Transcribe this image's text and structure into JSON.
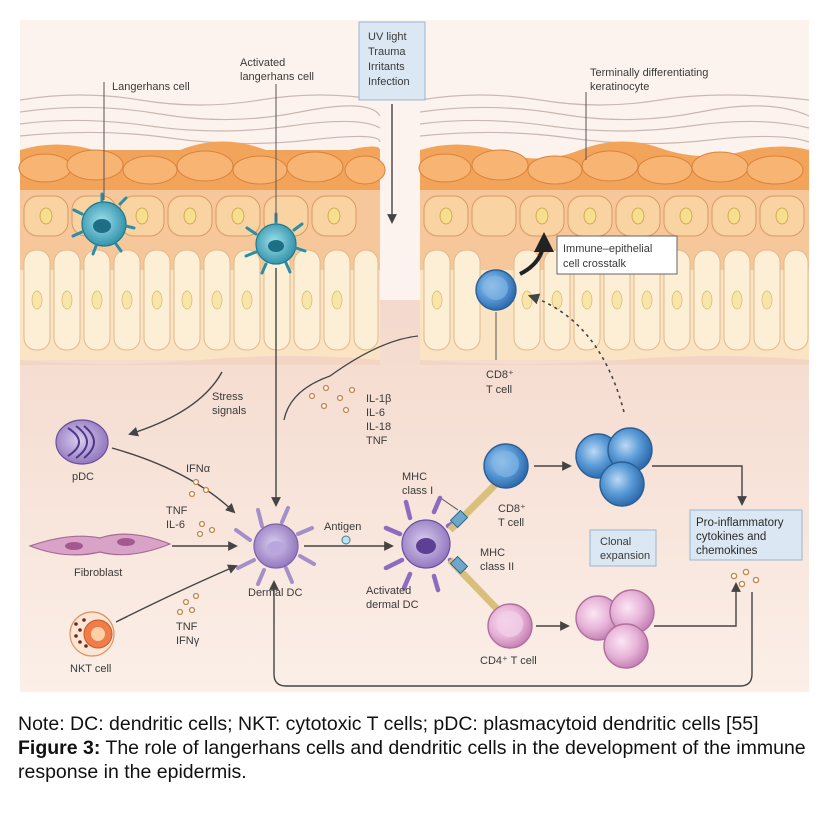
{
  "labels": {
    "langerhans": "Langerhans cell",
    "activated_lc_1": "Activated",
    "activated_lc_2": "langerhans cell",
    "uv_1": "UV light",
    "uv_2": "Trauma",
    "uv_3": "Irritants",
    "uv_4": "Infection",
    "terminal_1": "Terminally differentiating",
    "terminal_2": "keratinocyte",
    "crosstalk_1": "Immune–epithelial",
    "crosstalk_2": "cell crosstalk",
    "cd8_epi_1": "CD8⁺",
    "cd8_epi_2": "T cell",
    "stress_1": "Stress",
    "stress_2": "signals",
    "cytokines_1": "IL-1β",
    "cytokines_2": "IL-6",
    "cytokines_3": "IL-18",
    "cytokines_4": "TNF",
    "pdc": "pDC",
    "ifna": "IFNα",
    "tnf_il6_1": "TNF",
    "tnf_il6_2": "IL-6",
    "fibroblast": "Fibroblast",
    "tnf_ifng_1": "TNF",
    "tnf_ifng_2": "IFNγ",
    "nkt": "NKT cell",
    "dermal_dc": "Dermal DC",
    "antigen": "Antigen",
    "activated_dc_1": "Activated",
    "activated_dc_2": "dermal DC",
    "mhc1_1": "MHC",
    "mhc1_2": "class I",
    "mhc2_1": "MHC",
    "mhc2_2": "class II",
    "cd8_1": "CD8⁺",
    "cd8_2": "T cell",
    "clonal_1": "Clonal",
    "clonal_2": "expansion",
    "proinf_1": "Pro-inflammatory",
    "proinf_2": "cytokines and",
    "proinf_3": "chemokines",
    "cd4": "CD4⁺ T cell"
  },
  "caption": {
    "note": "Note: DC: dendritic cells; NKT: cytotoxic T cells; pDC: plasmacytoid dendritic cells [55]",
    "figure_label": "Figure 3:",
    "figure_text": " The role of langerhans cells and dendritic cells in the development of the immune response in the epidermis."
  },
  "colors": {
    "dermis": "#f7e3d8",
    "keratinocyte_orange": "#f2a55c",
    "keratinocyte_light": "#f9d7a8",
    "basal_cell": "#fbe7c6",
    "langerhans_teal": "#3aa3b8",
    "dc_purple": "#a58fc8",
    "cd8_blue": "#4f8fd0",
    "cd4_pink": "#e6b2d8",
    "label_box": "#dde9f3"
  }
}
